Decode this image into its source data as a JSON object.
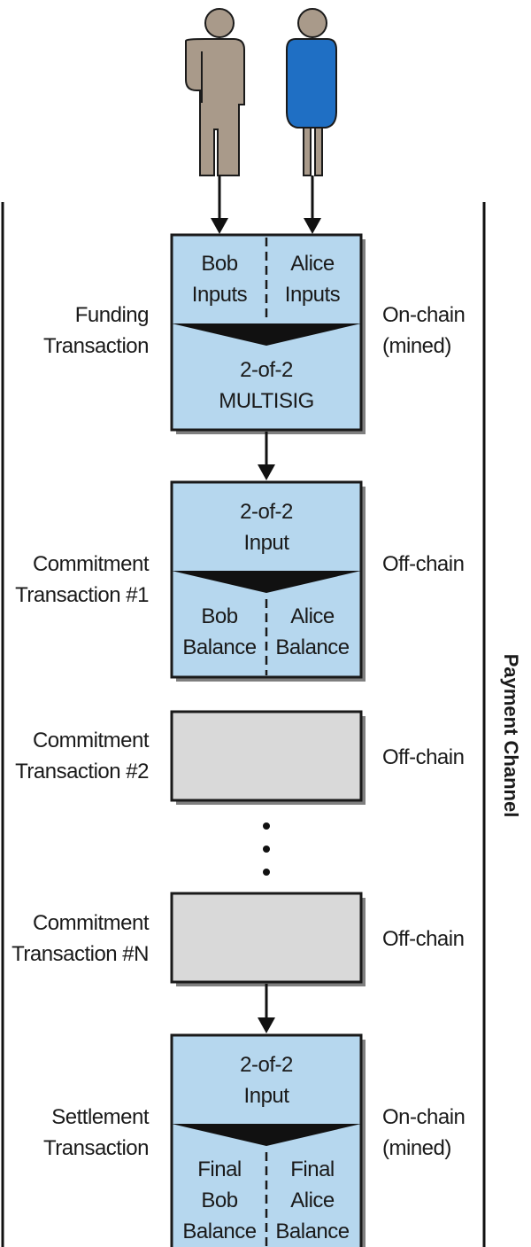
{
  "actors": {
    "bob": {
      "name": "Bob",
      "color": "#a99a8a"
    },
    "alice": {
      "name": "Alice",
      "color": "#1f6fc4"
    }
  },
  "colors": {
    "transaction_box": "#b6d7ee",
    "placeholder_box": "#d9d9d9",
    "outline": "#1a1a1a"
  },
  "side_label": "Payment Channel",
  "funding": {
    "left": [
      "Funding",
      "Transaction"
    ],
    "right": [
      "On-chain",
      "(mined)"
    ],
    "top_left": [
      "Bob",
      "Inputs"
    ],
    "top_right": [
      "Alice",
      "Inputs"
    ],
    "bottom": [
      "2-of-2",
      "MULTISIG"
    ]
  },
  "commitment1": {
    "left": [
      "Commitment",
      "Transaction #1"
    ],
    "right": [
      "Off-chain"
    ],
    "top": [
      "2-of-2",
      "Input"
    ],
    "bottom_left": [
      "Bob",
      "Balance"
    ],
    "bottom_right": [
      "Alice",
      "Balance"
    ]
  },
  "commitment2": {
    "left": [
      "Commitment",
      "Transaction #2"
    ],
    "right": [
      "Off-chain"
    ]
  },
  "commitmentN": {
    "left": [
      "Commitment",
      "Transaction #N"
    ],
    "right": [
      "Off-chain"
    ]
  },
  "settlement": {
    "left": [
      "Settlement",
      "Transaction"
    ],
    "right": [
      "On-chain",
      "(mined)"
    ],
    "top": [
      "2-of-2",
      "Input"
    ],
    "bottom_left": [
      "Final",
      "Bob",
      "Balance"
    ],
    "bottom_right": [
      "Final",
      "Alice",
      "Balance"
    ]
  }
}
